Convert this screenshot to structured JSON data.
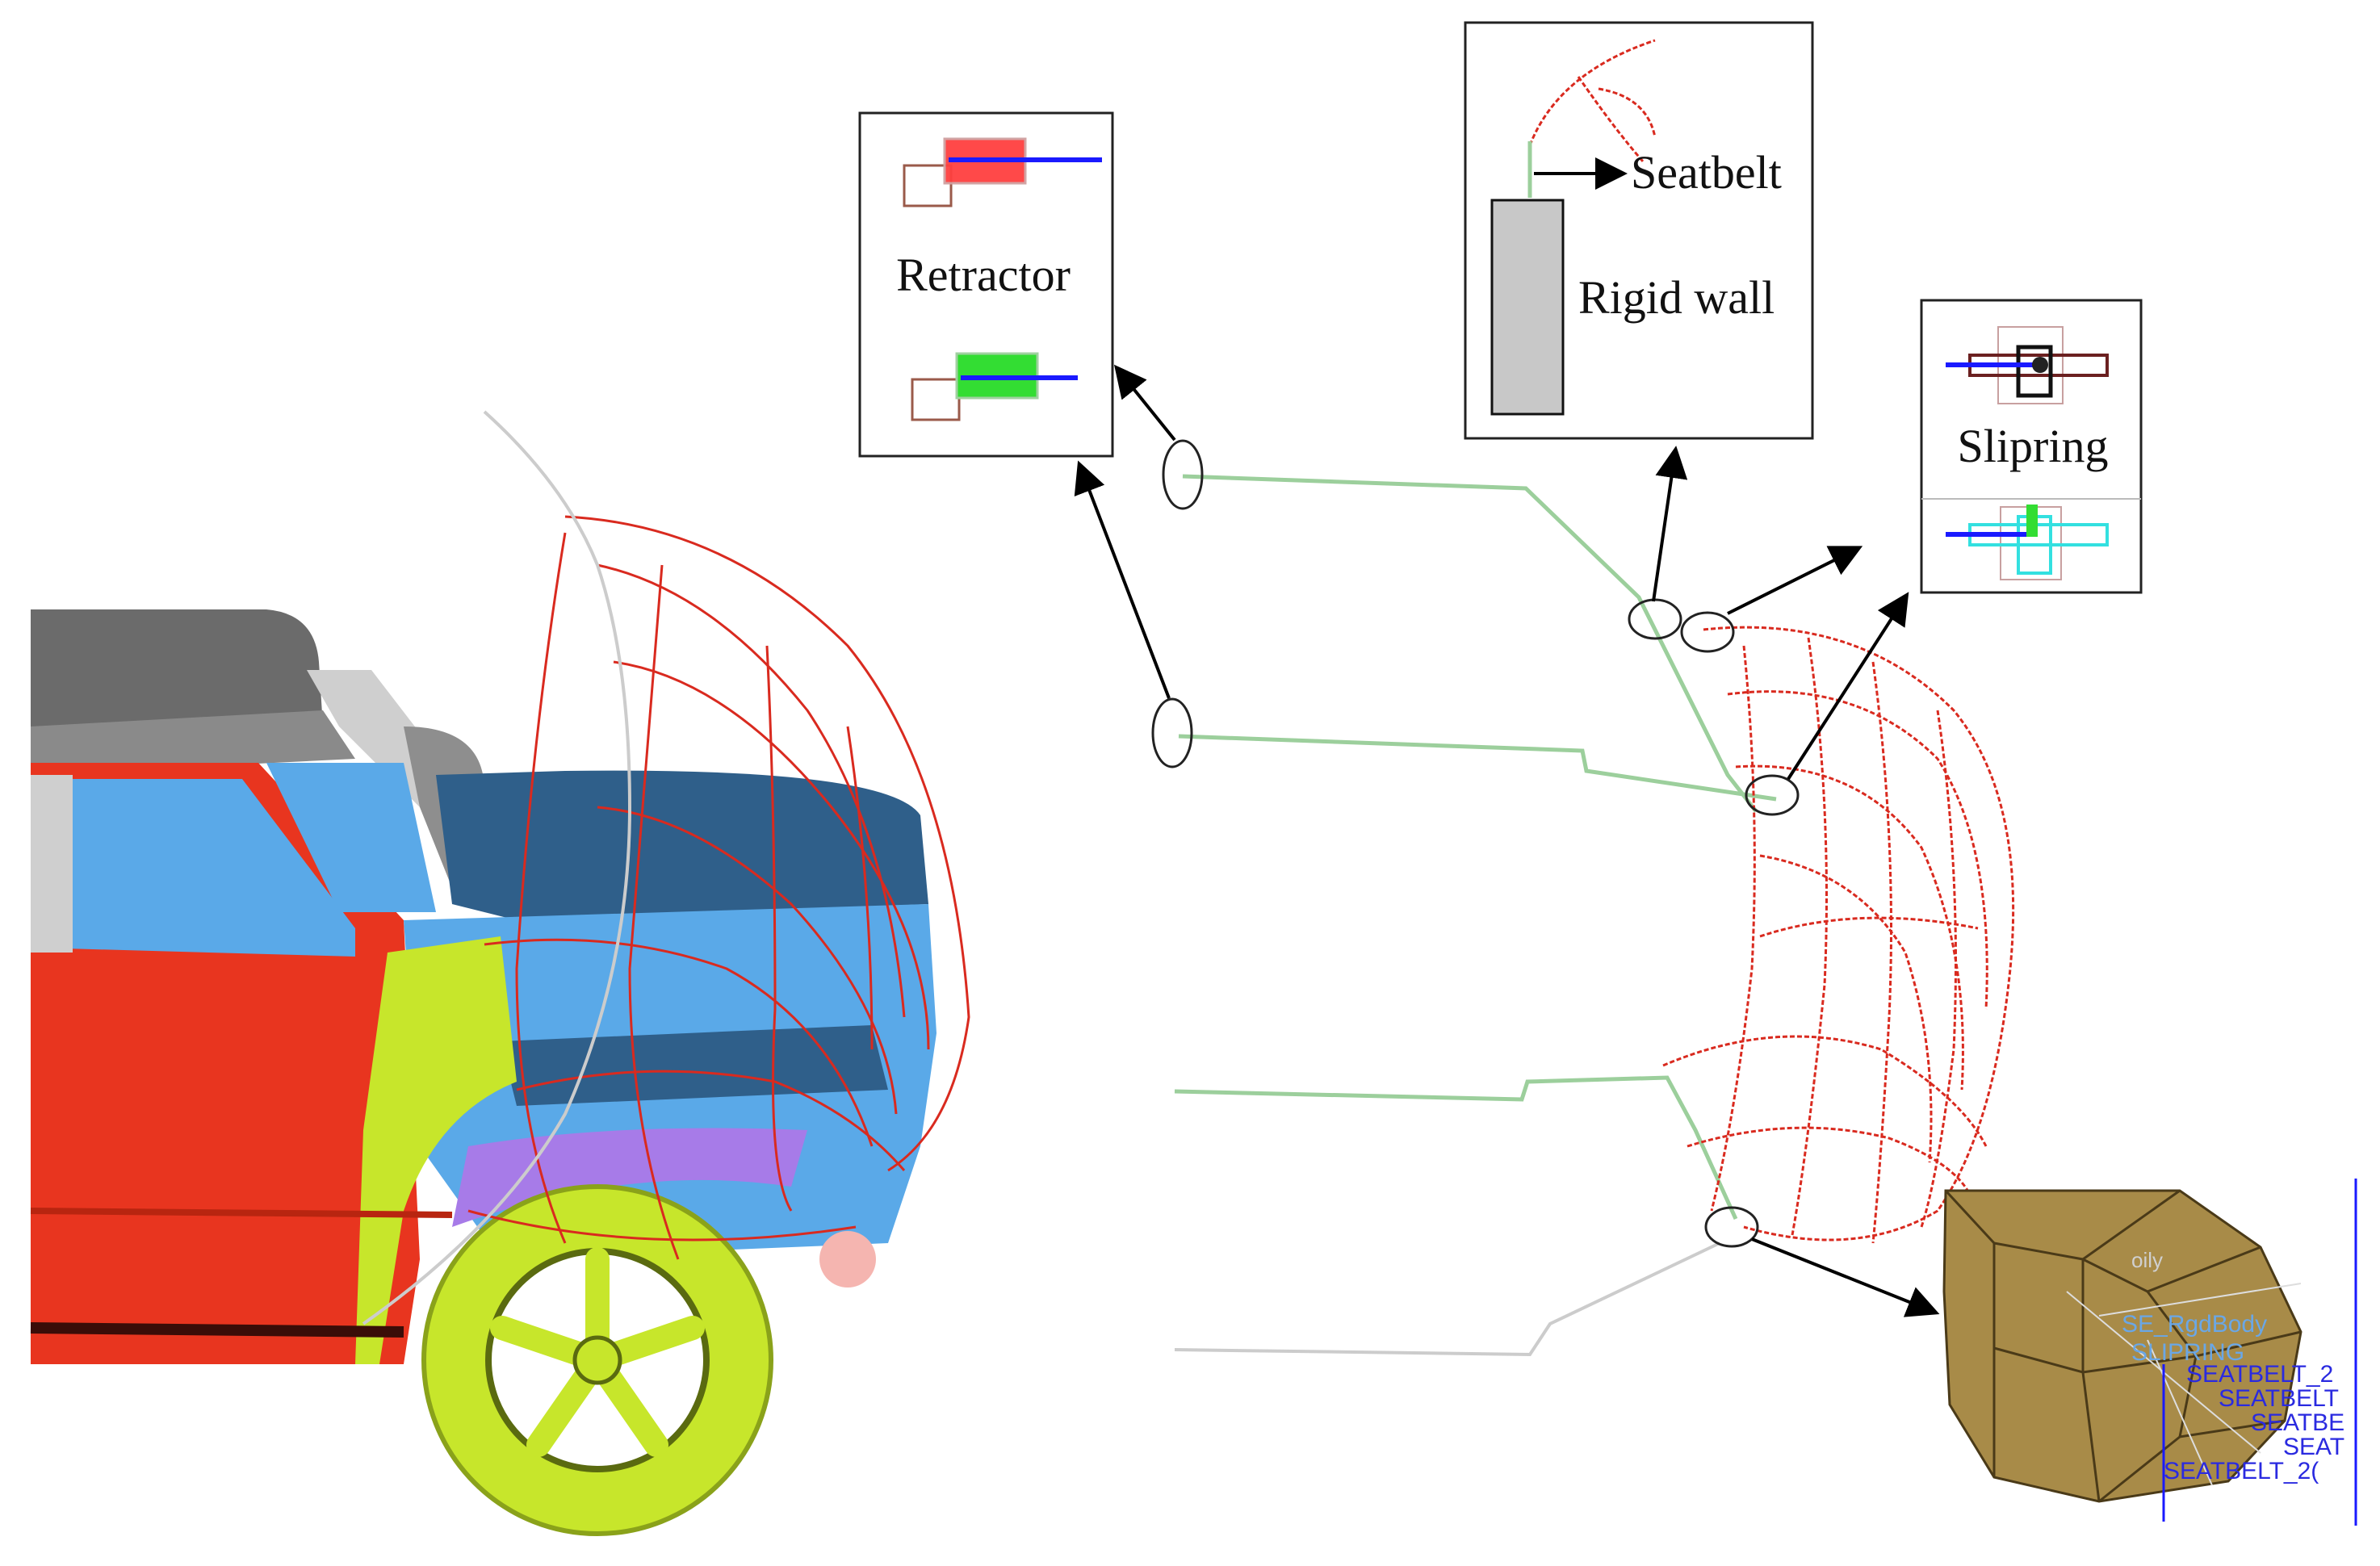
{
  "callouts": {
    "retractor": {
      "label": "Retractor"
    },
    "seatbelt": {
      "label": "Seatbelt"
    },
    "rigid_wall": {
      "label": "Rigid wall"
    },
    "slipring": {
      "label": "Slipring"
    }
  },
  "model_labels": {
    "rigid_body": "SE_RgdBody",
    "slipring": "SLIPRING",
    "seatbelt_lines": [
      "SEATBELT_2",
      "SEATBELT",
      "SEATBE",
      "SEAT",
      "SEATBELT_2("
    ],
    "oily": "oily"
  },
  "colors": {
    "belt_green": "#9ccf9c",
    "dummy_red": "#d92a1f",
    "retractor_red": "#ff4040",
    "retractor_green": "#33dd33",
    "belt_blue": "#1a1aff",
    "car_red": "#e8351f",
    "car_blue": "#5aa9e8",
    "car_dark_blue": "#2f5f8a",
    "car_yellow": "#c7e62b",
    "car_purple": "#a77be8",
    "car_gray": "#6b6b6b",
    "rigid_body_tan": "#a88b48"
  }
}
